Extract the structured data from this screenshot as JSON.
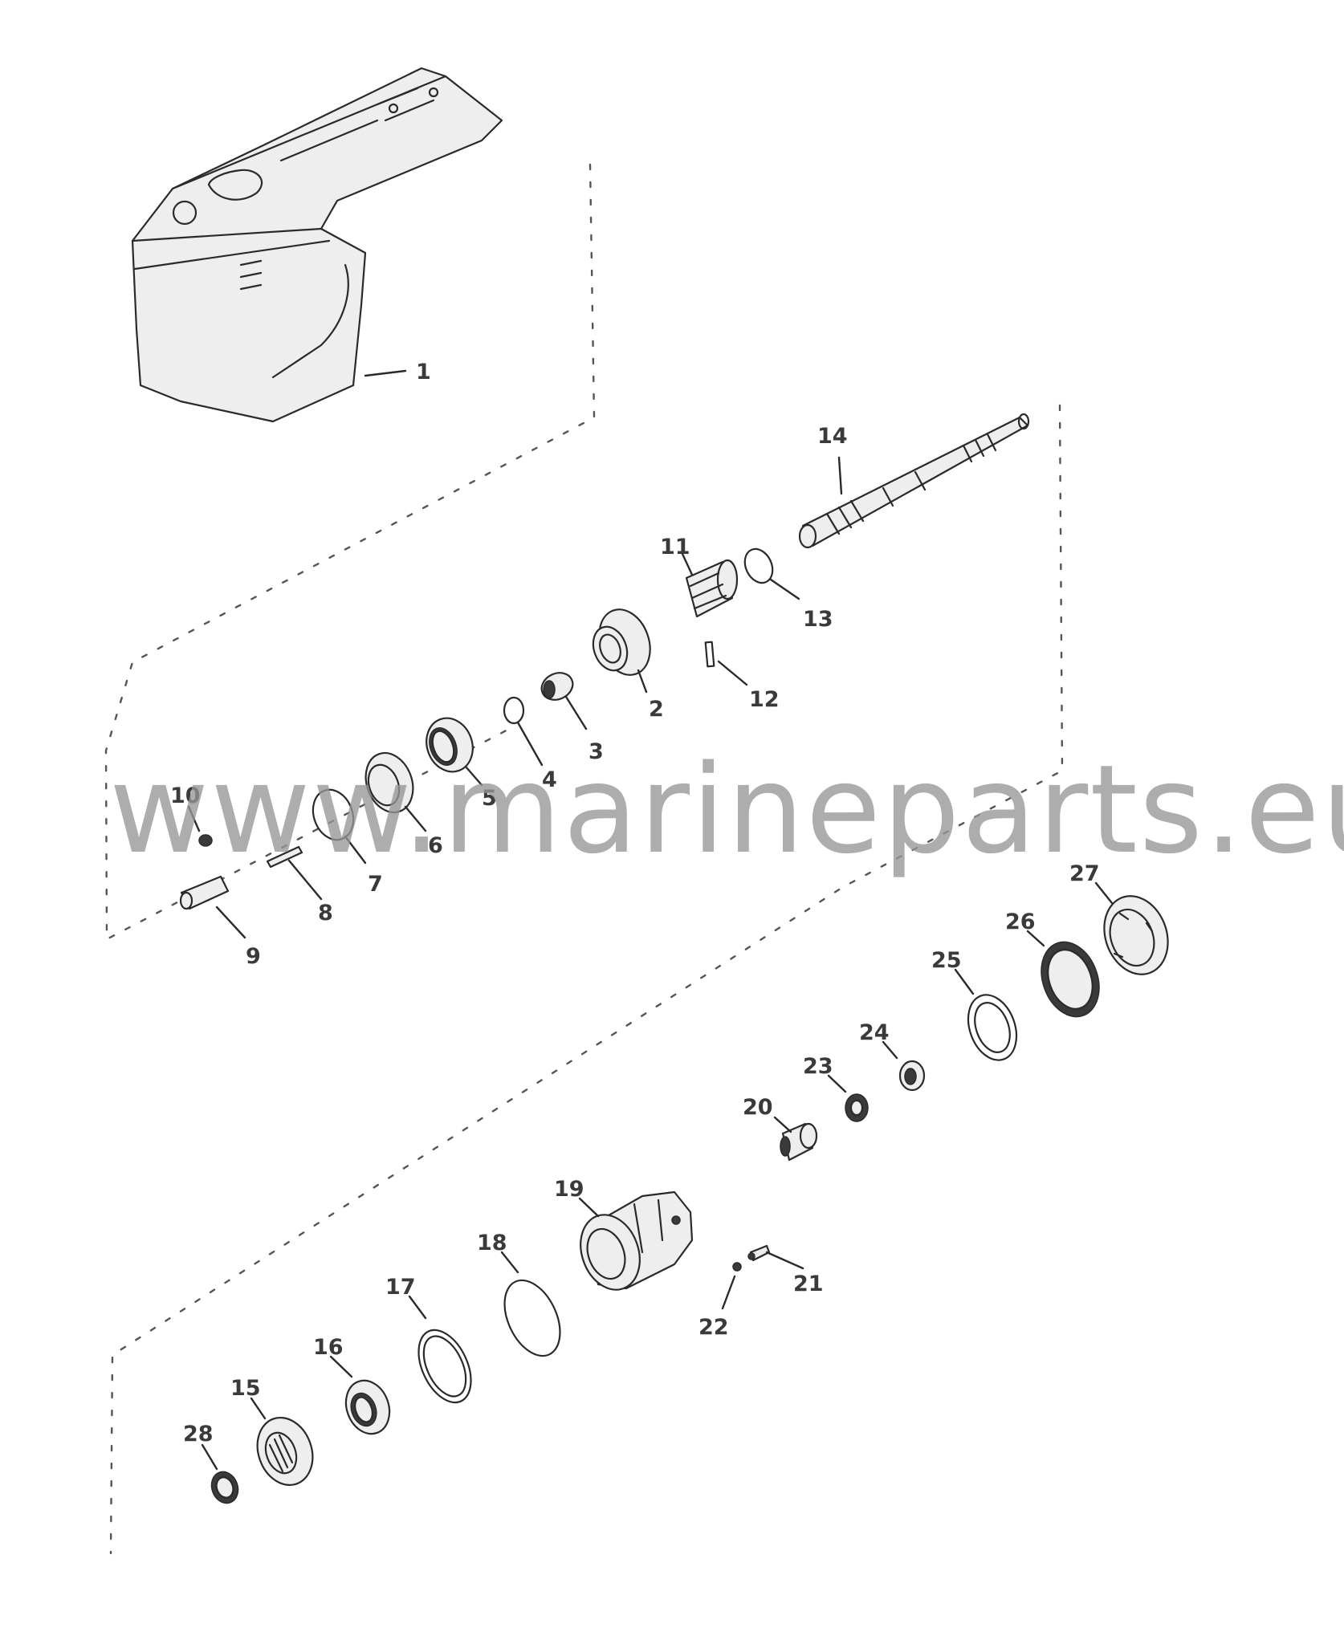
{
  "callouts": {
    "p1": "1",
    "p2": "2",
    "p3": "3",
    "p4": "4",
    "p5": "5",
    "p6": "6",
    "p7": "7",
    "p8": "8",
    "p9": "9",
    "p10": "10",
    "p11": "11",
    "p12": "12",
    "p13": "13",
    "p14": "14",
    "p15": "15",
    "p16": "16",
    "p17": "17",
    "p18": "18",
    "p19": "19",
    "p20": "20",
    "p21": "21",
    "p22": "22",
    "p23": "23",
    "p24": "24",
    "p25": "25",
    "p26": "26",
    "p27": "27",
    "p28": "28"
  },
  "watermark": "www.marineparts.eu",
  "colors": {
    "line": "#2a2a2a",
    "label": "#3a3a3a",
    "watermark": "#969696",
    "background": "#ffffff"
  }
}
